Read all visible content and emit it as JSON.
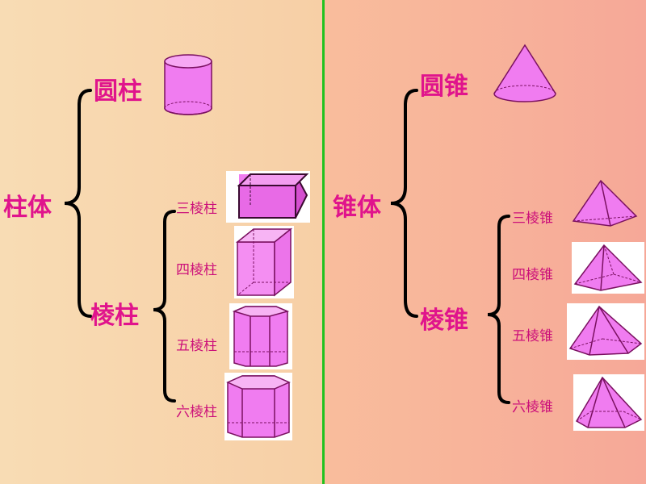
{
  "left": {
    "root": "柱体",
    "cylinder": "圆柱",
    "prism": "棱柱",
    "prisms": [
      "三棱柱",
      "四棱柱",
      "五棱柱",
      "六棱柱"
    ]
  },
  "right": {
    "root": "锥体",
    "cone": "圆锥",
    "pyramid": "棱锥",
    "pyramids": [
      "三棱锥",
      "四棱锥",
      "五棱锥",
      "六棱锥"
    ]
  },
  "colors": {
    "text": "#e0148c",
    "shape_fill": "#f07cf0",
    "shape_stroke": "#7a1060",
    "divider": "#21c21f"
  },
  "icons": [
    "cylinder-icon",
    "cone-icon",
    "triangular-prism-icon",
    "square-prism-icon",
    "pentagonal-prism-icon",
    "hexagonal-prism-icon",
    "triangular-pyramid-icon",
    "square-pyramid-icon",
    "pentagonal-pyramid-icon",
    "hexagonal-pyramid-icon"
  ]
}
